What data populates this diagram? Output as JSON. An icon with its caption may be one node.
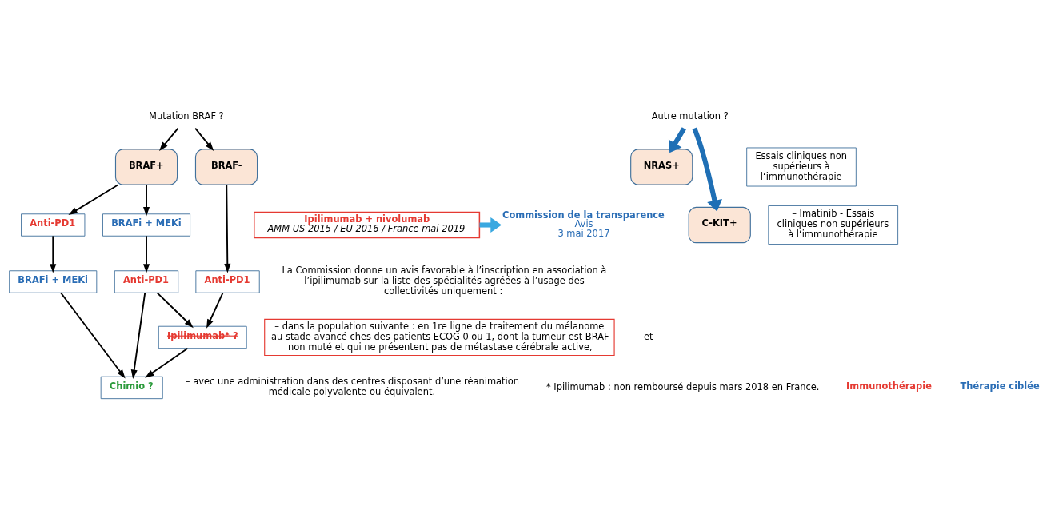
{
  "diagram": {
    "nodes": [
      {
        "text": [
          "Mutation BRAF ?"
        ]
      },
      {
        "text": [
          "BRAF+"
        ]
      },
      {
        "text": [
          "BRAF-"
        ]
      },
      {
        "text": [
          "Ipilimumab + nivolumab",
          "AMM US 2015 / EU 2016 / France mai 2019"
        ]
      },
      {
        "text": [
          "Anti-PD1"
        ]
      },
      {
        "text": [
          "BRAFi + MEKi"
        ]
      },
      {
        "text": [
          "Anti-PD1"
        ]
      },
      {
        "text": [
          "BRAFi + MEKi"
        ]
      },
      {
        "text": [
          "Anti-PD1"
        ]
      },
      {
        "text": [
          "Ipilimumab* ?"
        ]
      },
      {
        "text": [
          "Chimio ?"
        ]
      },
      {
        "text": [
          "Autre mutation ?"
        ]
      },
      {
        "text": [
          "NRAS+"
        ]
      },
      {
        "text": [
          "Essais cliniques non supérieurs à l‘immunothérapie"
        ]
      },
      {
        "text": [
          "C-KIT+"
        ]
      },
      {
        "text": [
          "– Imatinib - Essais cliniques non supérieurs à l‘immunothérapie"
        ]
      },
      {
        "text": [
          "Commission de la transparence",
          "Avis",
          "3 mai 2017"
        ]
      },
      {
        "text": [
          "– dans la population suivante : en 1re ligne de traitement du mélanome au stade avancé ches des patients ECOG 0 ou 1, dont la tumeur est BRAF non muté et qui ne présentent pas de métastase cérébrale active,"
        ]
      }
    ],
    "edges": [
      {
        "from": 0,
        "to": 1,
        "arrow": "to"
      },
      {
        "from": 0,
        "to": 2,
        "arrow": "to"
      },
      {
        "from": 1,
        "to": 4,
        "arrow": "to"
      },
      {
        "from": 1,
        "to": 5,
        "arrow": "to"
      },
      {
        "from": 2,
        "to": 6,
        "arrow": "to"
      },
      {
        "from": 4,
        "to": 7,
        "arrow": "to"
      },
      {
        "from": 5,
        "to": 8,
        "arrow": "to"
      },
      {
        "from": 6,
        "to": 9,
        "arrow": "to"
      },
      {
        "from": 8,
        "to": 9,
        "arrow": "to"
      },
      {
        "from": 9,
        "to": 10,
        "arrow": "to"
      },
      {
        "from": 7,
        "to": 10,
        "arrow": "to"
      },
      {
        "from": 8,
        "to": 10,
        "arrow": "to"
      },
      {
        "from": 11,
        "to": 12,
        "arrow": "to",
        "style": "thick",
        "color": "#1f6fb5"
      },
      {
        "from": 11,
        "to": 14,
        "arrow": "to",
        "style": "thick",
        "color": "#1f6fb5"
      },
      {
        "from": 3,
        "to": 16,
        "arrow": "to",
        "style": "thick",
        "color": "#3aa8e0"
      }
    ],
    "labels": [
      "La Commission donne un avis favorable à l’inscription en association à l’ipilimumab sur la liste des spécialités agréées à l’usage des collectivités uniquement :",
      "et",
      "– avec une administration dans des centres disposant d’une réanimation médicale polyvalente ou équivalent.",
      "* Ipilimumab : non remboursé depuis mars 2018 en France."
    ],
    "legend": [
      {
        "text": "Immunothérapie",
        "color": "#e53a32"
      },
      {
        "text": "Thérapie ciblée",
        "color": "#2a6db5"
      }
    ]
  }
}
